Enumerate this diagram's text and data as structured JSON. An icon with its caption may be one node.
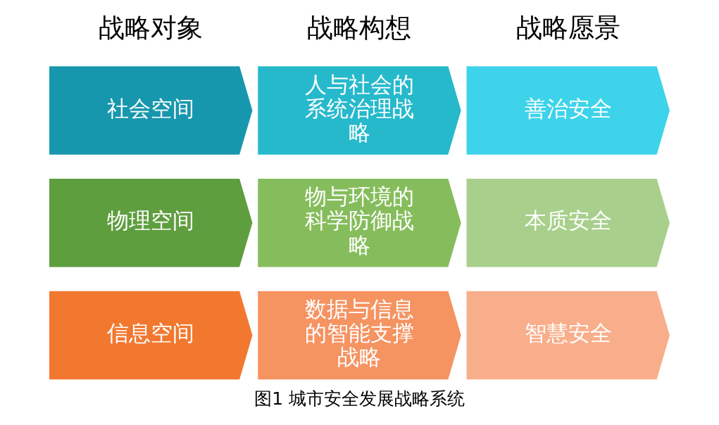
{
  "diagram": {
    "caption": "图1 城市安全发展战略系统",
    "nodes": [
      {
        "text": [
          "社会空间"
        ]
      },
      {
        "text": [
          "人与社会的系统治理战略"
        ]
      },
      {
        "text": [
          "善治安全"
        ]
      },
      {
        "text": [
          "物理空间"
        ]
      },
      {
        "text": [
          "物与环境的科学防御战略"
        ]
      },
      {
        "text": [
          "本质安全"
        ]
      },
      {
        "text": [
          "信息空间"
        ]
      },
      {
        "text": [
          "数据与信息的智能支撑战略"
        ]
      },
      {
        "text": [
          "智慧安全"
        ]
      }
    ],
    "edges": [],
    "labels": [
      "战略对象",
      "战略构想",
      "战略愿景"
    ]
  }
}
